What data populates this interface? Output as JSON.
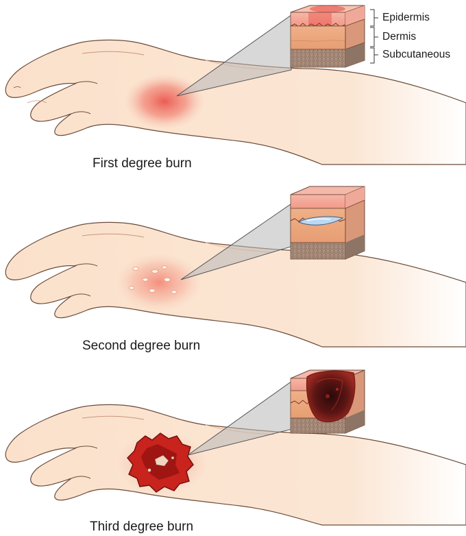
{
  "figure": {
    "panels": [
      {
        "id": "first",
        "caption": "First degree burn"
      },
      {
        "id": "second",
        "caption": "Second degree burn"
      },
      {
        "id": "third",
        "caption": "Third degree burn"
      }
    ],
    "layer_labels": {
      "epidermis": "Epidermis",
      "dermis": "Dermis",
      "subcutaneous": "Subcutaneous"
    },
    "colors": {
      "skin": "#fbe1cb",
      "skin_shadow": "#e9b797",
      "outline": "#6b4b3a",
      "burn_red": "#e8443f",
      "blister": "#bcd9f2",
      "char": "#3a1010",
      "subcutaneous": "#a88a78"
    }
  }
}
